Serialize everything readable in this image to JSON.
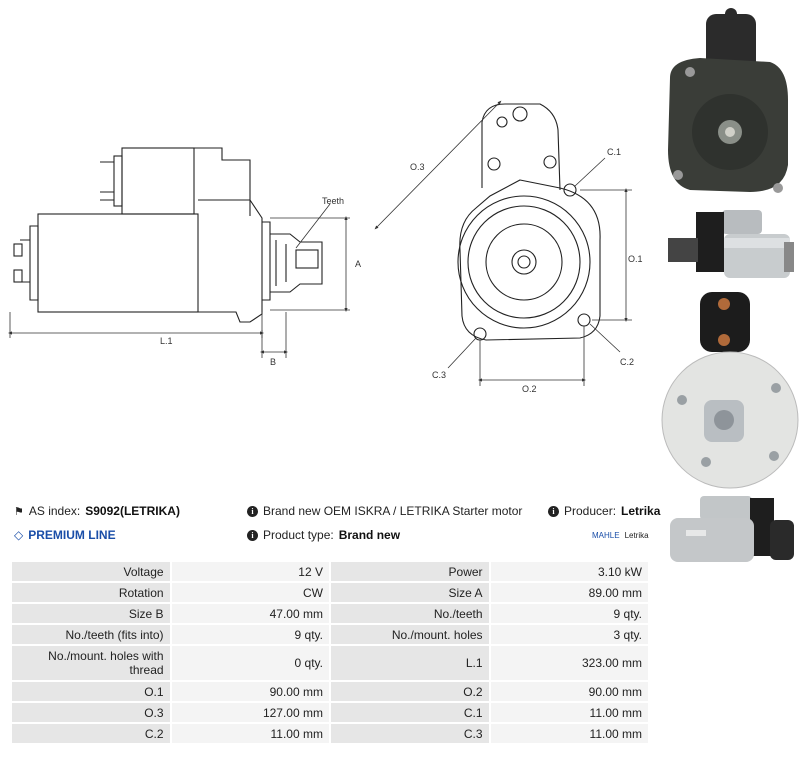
{
  "drawing": {
    "labels": {
      "teeth": "Teeth",
      "a": "A",
      "b": "B",
      "l1": "L.1",
      "o3": "O.3",
      "o1": "O.1",
      "o2": "O.2",
      "c1": "C.1",
      "c2": "C.2",
      "c3": "C.3"
    }
  },
  "info": {
    "as_index_label": "AS index:",
    "as_index_value": "S9092(LETRIKA)",
    "description": "Brand new OEM ISKRA / LETRIKA Starter motor",
    "producer_label": "Producer:",
    "producer_value": "Letrika",
    "premium_line": "PREMIUM LINE",
    "product_type_label": "Product type:",
    "product_type_value": "Brand new",
    "brand_logo_main": "MAHLE",
    "brand_logo_sub": "Letrika"
  },
  "specs": [
    {
      "l1": "Voltage",
      "v1": "12 V",
      "l2": "Power",
      "v2": "3.10 kW"
    },
    {
      "l1": "Rotation",
      "v1": "CW",
      "l2": "Size A",
      "v2": "89.00 mm"
    },
    {
      "l1": "Size B",
      "v1": "47.00 mm",
      "l2": "No./teeth",
      "v2": "9 qty."
    },
    {
      "l1": "No./teeth (fits into)",
      "v1": "9 qty.",
      "l2": "No./mount. holes",
      "v2": "3 qty."
    },
    {
      "l1": "No./mount. holes with thread",
      "v1": "0 qty.",
      "l2": "L.1",
      "v2": "323.00 mm"
    },
    {
      "l1": "O.1",
      "v1": "90.00 mm",
      "l2": "O.2",
      "v2": "90.00 mm"
    },
    {
      "l1": "O.3",
      "v1": "127.00 mm",
      "l2": "C.1",
      "v2": "11.00 mm"
    },
    {
      "l1": "C.2",
      "v1": "11.00 mm",
      "l2": "C.3",
      "v2": "11.00 mm"
    }
  ]
}
